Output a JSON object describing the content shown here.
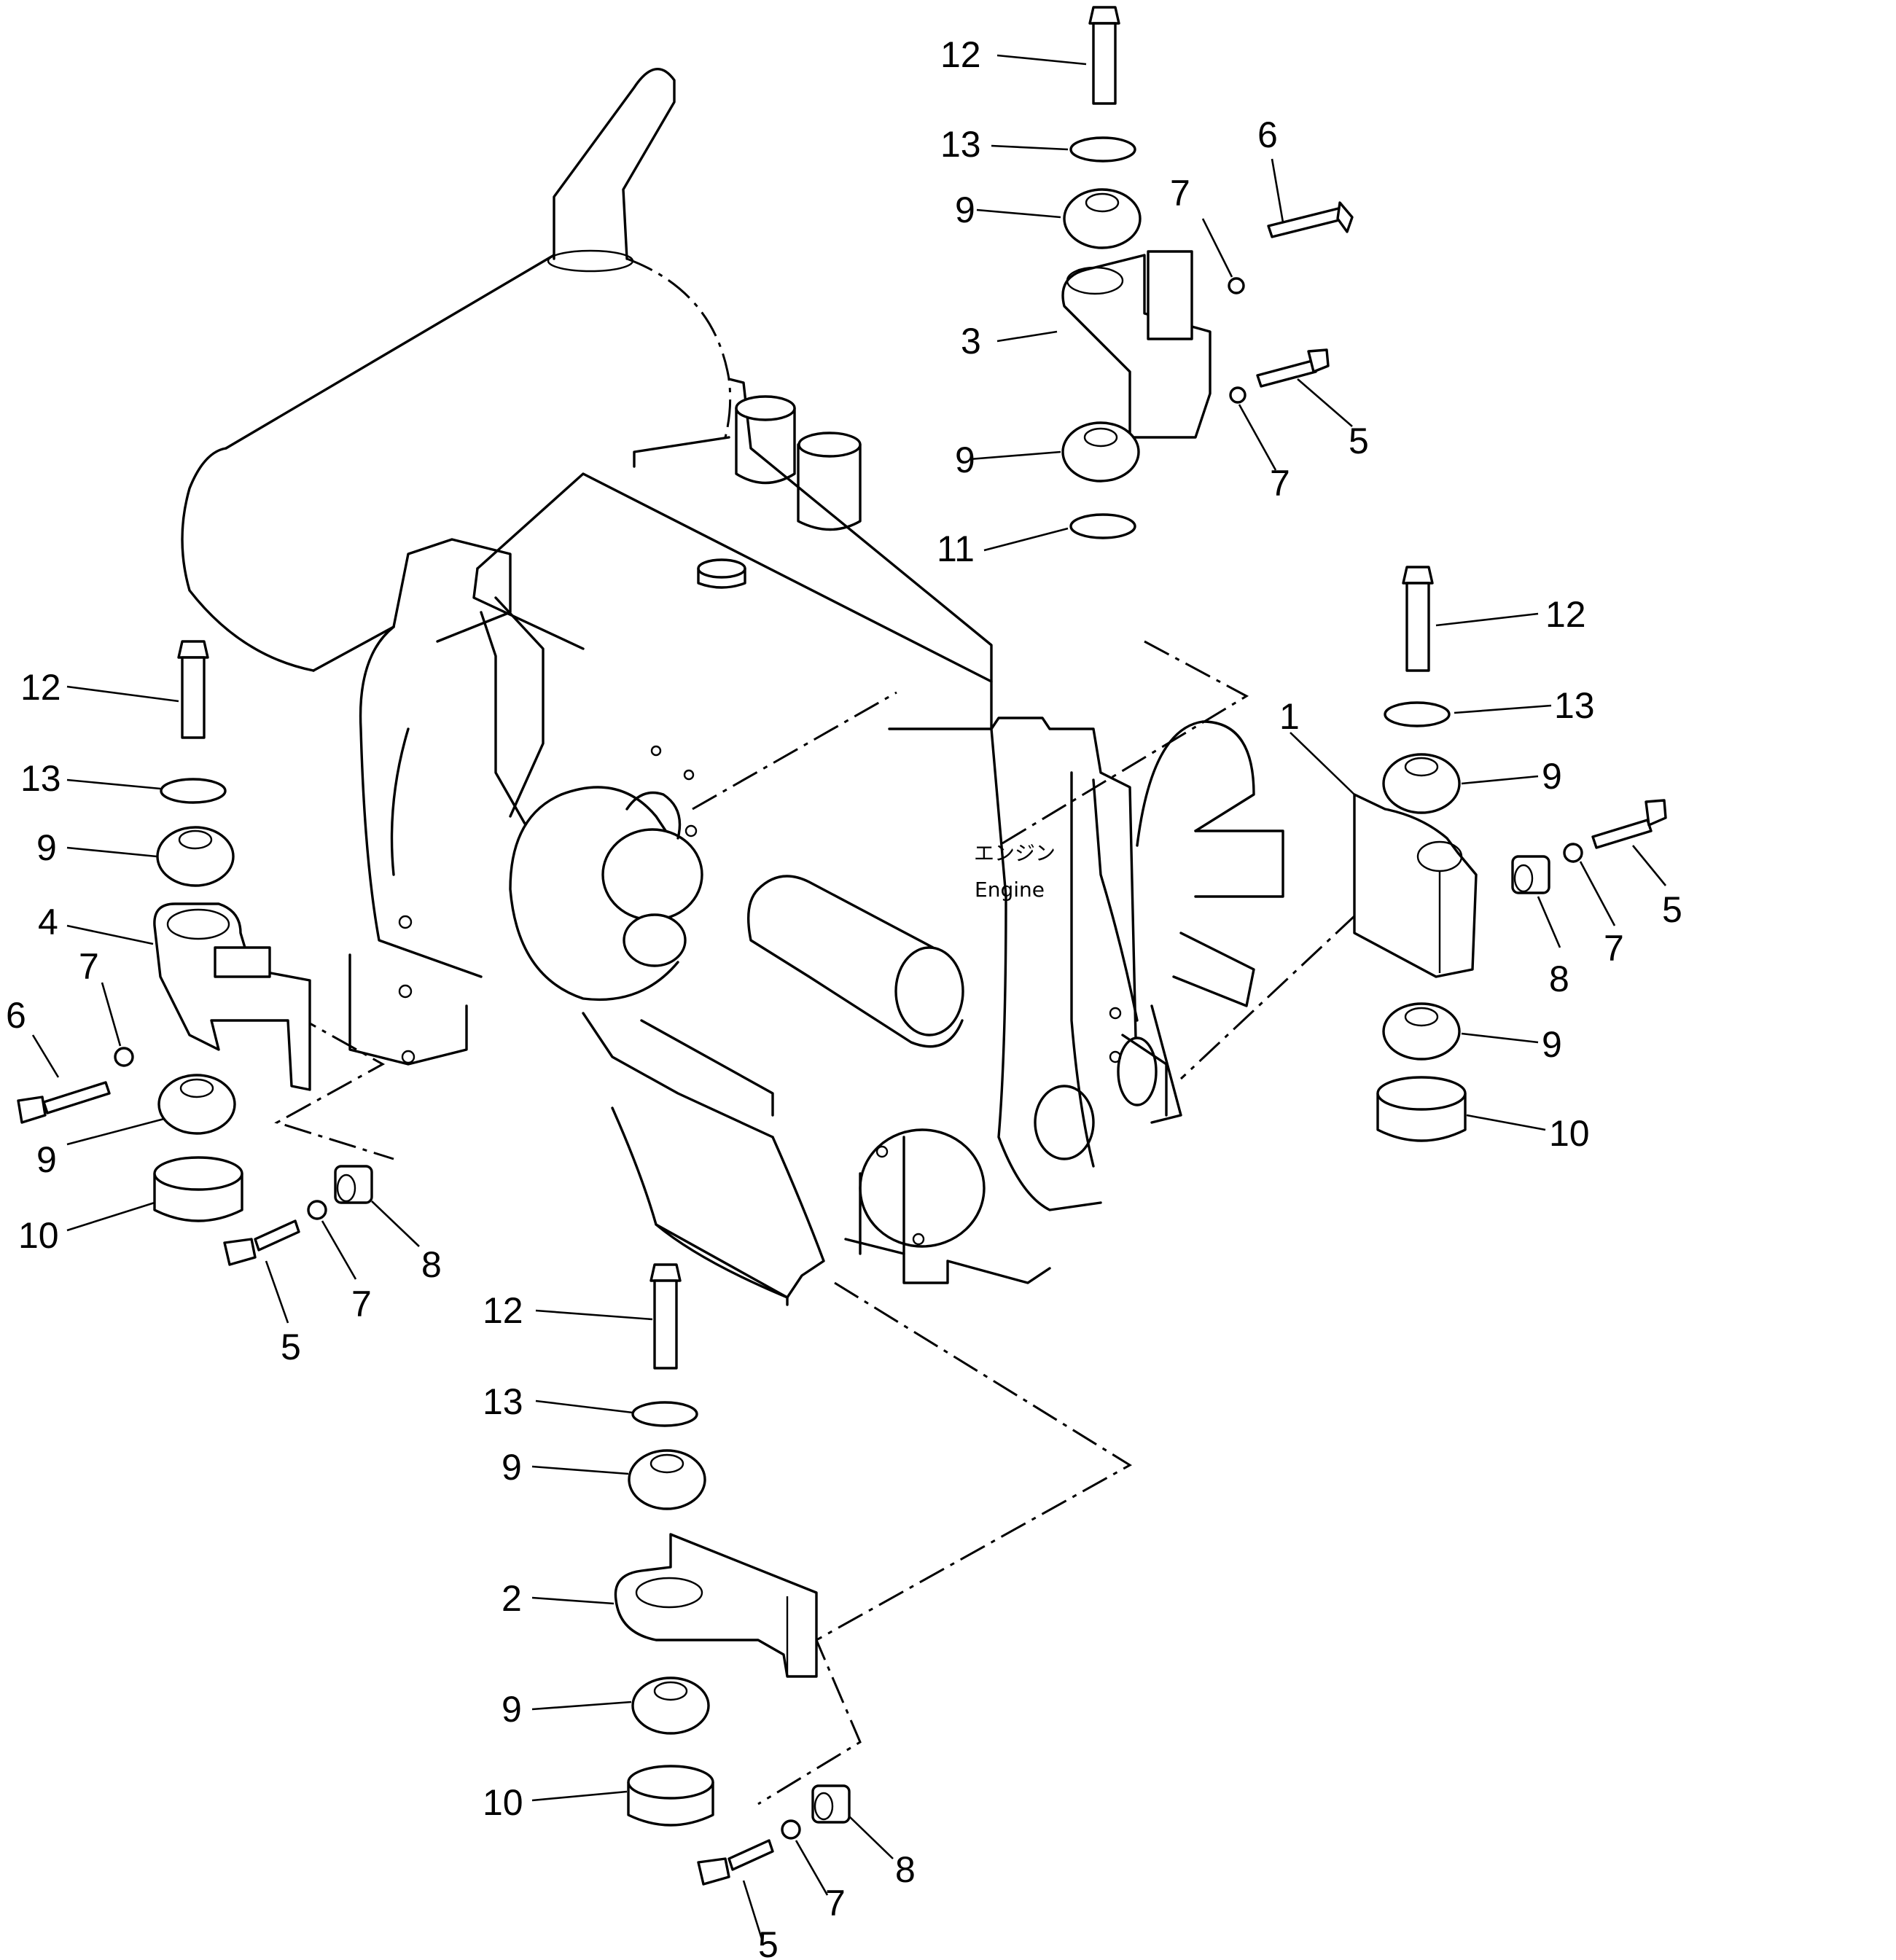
{
  "engine": {
    "label_jp": "エンジン",
    "label_en": "Engine"
  },
  "callouts": {
    "top_12": "12",
    "top_13": "13",
    "top_9a": "9",
    "top_7a": "7",
    "top_6": "6",
    "top_3": "3",
    "top_5": "5",
    "top_7b": "7",
    "top_9b": "9",
    "top_11": "11",
    "right_12": "12",
    "right_13": "13",
    "right_1": "1",
    "right_9a": "9",
    "right_5": "5",
    "right_7": "7",
    "right_8": "8",
    "right_9b": "9",
    "right_10": "10",
    "left_12": "12",
    "left_13": "13",
    "left_9a": "9",
    "left_4": "4",
    "left_7a": "7",
    "left_6": "6",
    "left_9b": "9",
    "left_10": "10",
    "left_8": "8",
    "left_7b": "7",
    "left_5": "5",
    "bottom_12": "12",
    "bottom_13": "13",
    "bottom_9a": "9",
    "bottom_2": "2",
    "bottom_9b": "9",
    "bottom_10": "10",
    "bottom_8": "8",
    "bottom_7": "7",
    "bottom_5": "5"
  }
}
